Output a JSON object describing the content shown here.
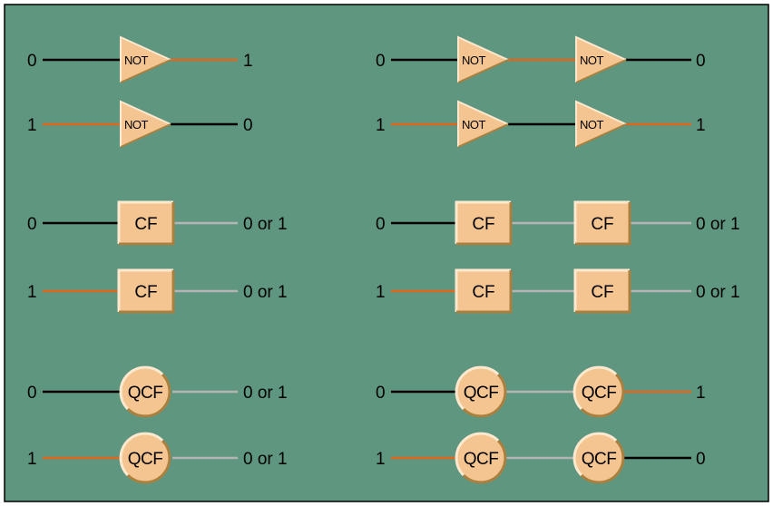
{
  "colors": {
    "background": "#5e9680",
    "frame": "#000000",
    "page": "#ffffff",
    "wire_zero": "#000000",
    "wire_one": "#e0661c",
    "wire_unknown": "#b4b4b4",
    "gate_fill": "#f4c590",
    "gate_light": "#fde9cf",
    "gate_dark": "#a9803f",
    "gate_text": "#000000"
  },
  "gate_labels": {
    "not": "NOT",
    "cf": "CF",
    "qcf": "QCF"
  },
  "rows": [
    {
      "group": "NOT",
      "single": {
        "input": "0",
        "output": "1"
      },
      "double": {
        "input": "0",
        "output": "0"
      }
    },
    {
      "group": "NOT",
      "single": {
        "input": "1",
        "output": "0"
      },
      "double": {
        "input": "1",
        "output": "1"
      }
    },
    {
      "group": "CF",
      "single": {
        "input": "0",
        "output": "0 or 1"
      },
      "double": {
        "input": "0",
        "output": "0 or 1"
      }
    },
    {
      "group": "CF",
      "single": {
        "input": "1",
        "output": "0 or 1"
      },
      "double": {
        "input": "1",
        "output": "0 or 1"
      }
    },
    {
      "group": "QCF",
      "single": {
        "input": "0",
        "output": "0 or 1"
      },
      "double": {
        "input": "0",
        "output": "1"
      }
    },
    {
      "group": "QCF",
      "single": {
        "input": "1",
        "output": "0 or 1"
      },
      "double": {
        "input": "1",
        "output": "0"
      }
    }
  ]
}
